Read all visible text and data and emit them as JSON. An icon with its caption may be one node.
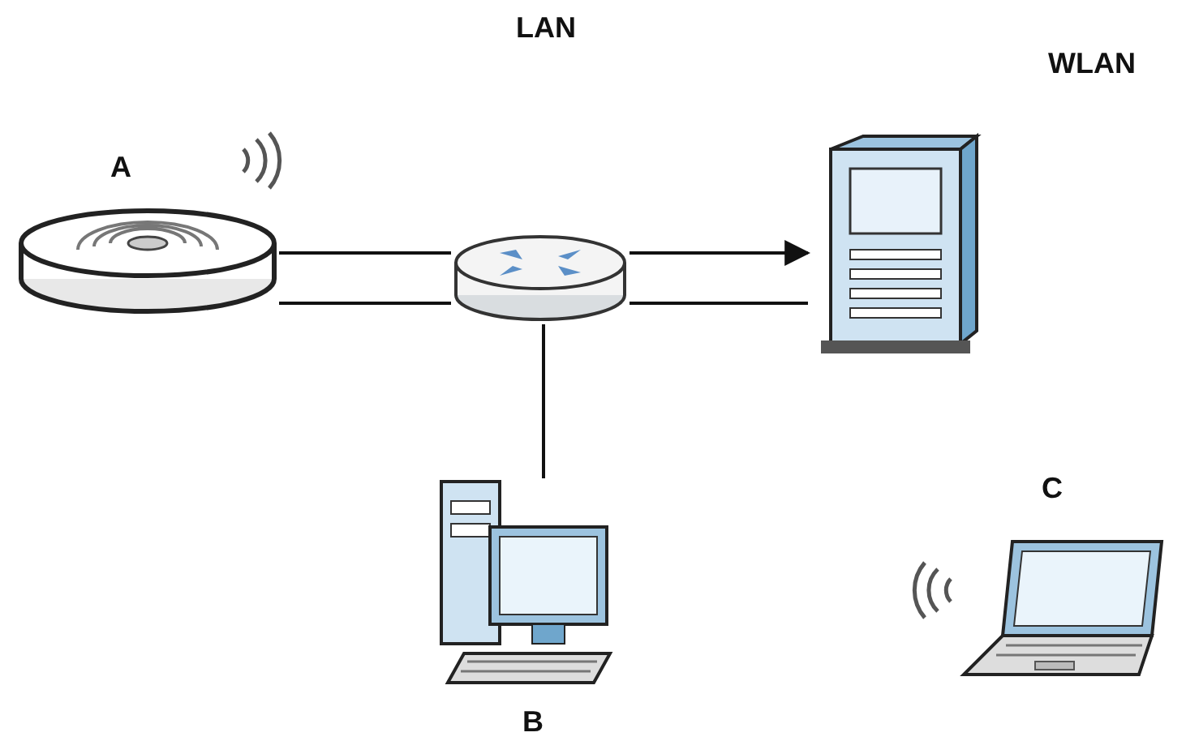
{
  "diagram": {
    "nodes": [
      {
        "text": [],
        "shape": "picture",
        "beside": [
          "A"
        ]
      },
      {
        "text": [],
        "shape": "picture"
      },
      {
        "text": [],
        "shape": "picture"
      },
      {
        "text": [],
        "shape": "picture",
        "beside": [
          "B"
        ]
      },
      {
        "text": [],
        "shape": "picture",
        "beside": [
          "C"
        ]
      }
    ],
    "edges": [
      {
        "from": 0,
        "to": 1,
        "arrow": "none"
      },
      {
        "from": 1,
        "to": 2,
        "arrow": "to"
      },
      {
        "from": 0,
        "to": 1,
        "arrow": "none"
      },
      {
        "from": 1,
        "to": 2,
        "arrow": "none"
      },
      {
        "from": 1,
        "to": 3,
        "arrow": "none"
      }
    ],
    "labels": [
      "LAN",
      "WLAN"
    ]
  }
}
